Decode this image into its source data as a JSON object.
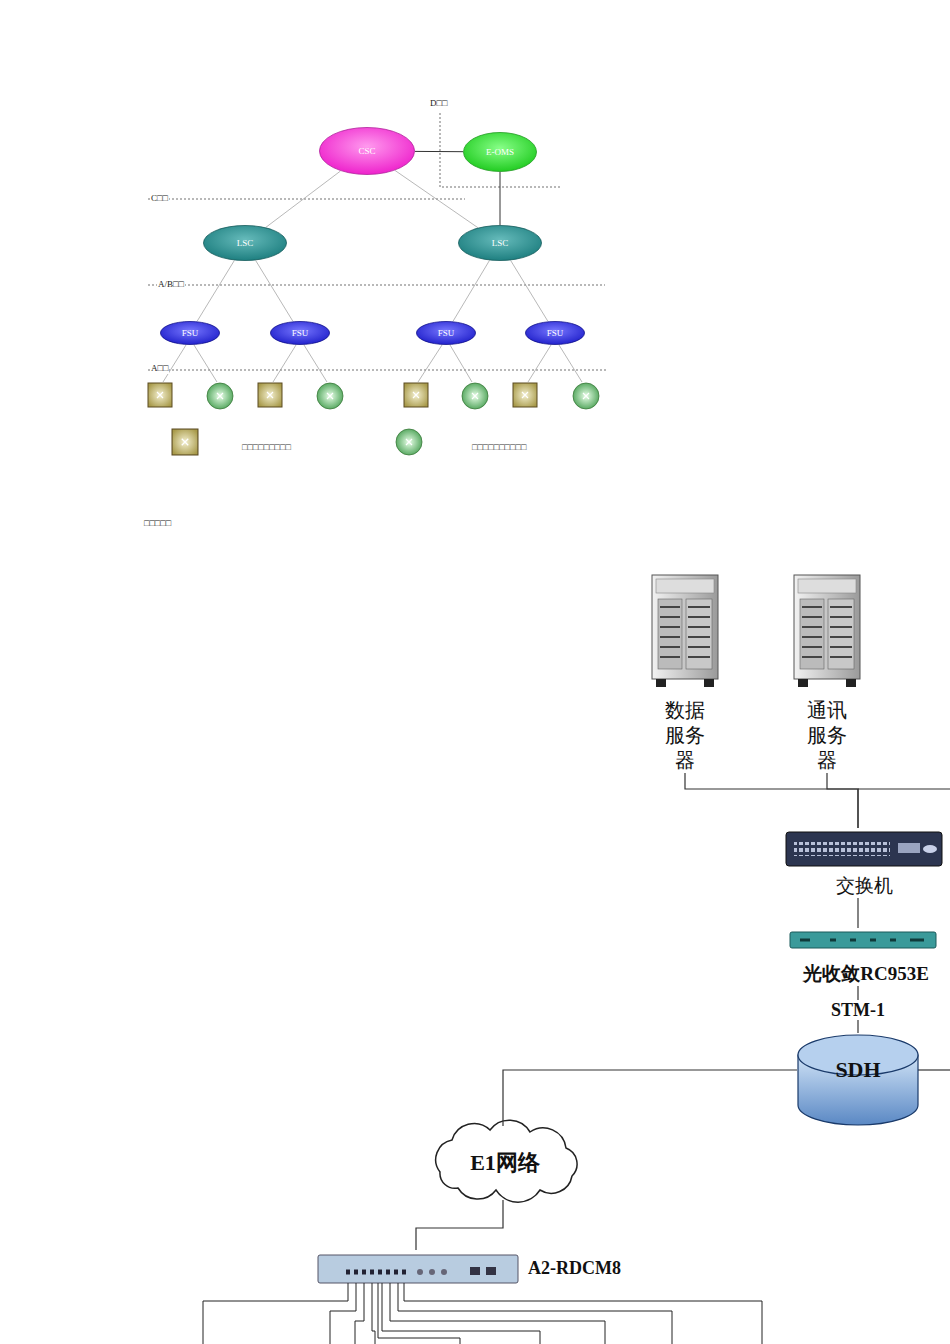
{
  "diagram": {
    "caption": "□□□□□",
    "nodes": [
      {
        "text": [
          "CSC"
        ]
      },
      {
        "text": [
          "E-OMS"
        ]
      },
      {
        "text": [
          "LSC"
        ]
      },
      {
        "text": [
          "LSC"
        ]
      },
      {
        "text": [
          "FSU"
        ]
      },
      {
        "text": [
          "FSU"
        ]
      },
      {
        "text": [
          "FSU"
        ]
      },
      {
        "text": [
          "FSU"
        ]
      },
      {
        "text": [
          "数据服务器"
        ]
      },
      {
        "text": [
          "通讯服务器"
        ]
      },
      {
        "text": [
          "交换机"
        ]
      },
      {
        "text": [
          "光收敛RC953E"
        ]
      },
      {
        "text": [
          "SDH"
        ]
      },
      {
        "text": [
          "E1网络"
        ]
      },
      {
        "text": [
          "A2-RDCM8"
        ]
      }
    ],
    "edges": [
      {
        "from": 0,
        "to": 1,
        "arrow": "none"
      },
      {
        "from": 1,
        "to": 3,
        "arrow": "none"
      },
      {
        "from": 0,
        "to": 2,
        "arrow": "none"
      },
      {
        "from": 0,
        "to": 3,
        "arrow": "none"
      },
      {
        "from": 2,
        "to": 4,
        "arrow": "none"
      },
      {
        "from": 2,
        "to": 5,
        "arrow": "none"
      },
      {
        "from": 3,
        "to": 6,
        "arrow": "none"
      },
      {
        "from": 3,
        "to": 7,
        "arrow": "none"
      },
      {
        "from": 8,
        "to": 10,
        "arrow": "none"
      },
      {
        "from": 9,
        "to": 10,
        "arrow": "none"
      },
      {
        "from": 10,
        "to": 11,
        "arrow": "none"
      },
      {
        "from": 11,
        "to": 12,
        "label": "STM-1",
        "arrow": "none"
      },
      {
        "from": 12,
        "to": 13,
        "arrow": "none"
      },
      {
        "from": 13,
        "to": 14,
        "arrow": "none"
      }
    ],
    "labels": [
      "D□□",
      "C□□",
      "A/B□□",
      "A□□"
    ],
    "legend": [
      {
        "text": "□□□□□□□□□"
      },
      {
        "text": "□□□□□□□□□□"
      }
    ]
  }
}
